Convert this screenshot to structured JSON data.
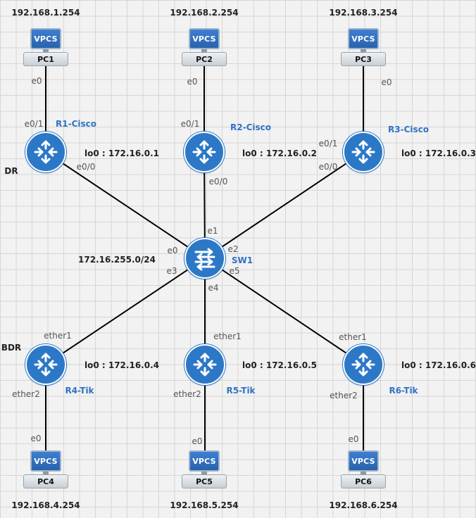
{
  "switch": {
    "name": "SW1",
    "subnet": "172.16.255.0/24",
    "ports": {
      "e0": "e0",
      "e1": "e1",
      "e2": "e2",
      "e3": "e3",
      "e4": "e4",
      "e5": "e5"
    }
  },
  "pcs": {
    "pc1": {
      "badge": "VPCS",
      "name": "PC1",
      "ip": "192.168.1.254",
      "iface": "e0"
    },
    "pc2": {
      "badge": "VPCS",
      "name": "PC2",
      "ip": "192.168.2.254",
      "iface": "e0"
    },
    "pc3": {
      "badge": "VPCS",
      "name": "PC3",
      "ip": "192.168.3.254",
      "iface": "e0"
    },
    "pc4": {
      "badge": "VPCS",
      "name": "PC4",
      "ip": "192.168.4.254",
      "iface": "e0"
    },
    "pc5": {
      "badge": "VPCS",
      "name": "PC5",
      "ip": "192.168.5.254",
      "iface": "e0"
    },
    "pc6": {
      "badge": "VPCS",
      "name": "PC6",
      "ip": "192.168.6.254",
      "iface": "e0"
    }
  },
  "routers": {
    "r1": {
      "name": "R1-Cisco",
      "lo": "lo0 : 172.16.0.1",
      "up_iface": "e0/1",
      "down_iface": "e0/0",
      "role": "DR"
    },
    "r2": {
      "name": "R2-Cisco",
      "lo": "lo0 : 172.16.0.2",
      "up_iface": "e0/1",
      "down_iface": "e0/0"
    },
    "r3": {
      "name": "R3-Cisco",
      "lo": "lo0 : 172.16.0.3",
      "up_iface": "e0/1",
      "down_iface": "e0/0"
    },
    "r4": {
      "name": "R4-Tik",
      "lo": "lo0 : 172.16.0.4",
      "up_iface": "ether1",
      "down_iface": "ether2",
      "role": "BDR"
    },
    "r5": {
      "name": "R5-Tik",
      "lo": "lo0 : 172.16.0.5",
      "up_iface": "ether1",
      "down_iface": "ether2"
    },
    "r6": {
      "name": "R6-Tik",
      "lo": "lo0 : 172.16.0.6",
      "up_iface": "ether1",
      "down_iface": "ether2"
    }
  },
  "colors": {
    "device": "#2c78c7",
    "label_name": "#2f72c4",
    "link": "#000000"
  },
  "icons": {
    "router": "router-icon",
    "switch": "switch-icon",
    "pc": "vpcs-icon"
  }
}
